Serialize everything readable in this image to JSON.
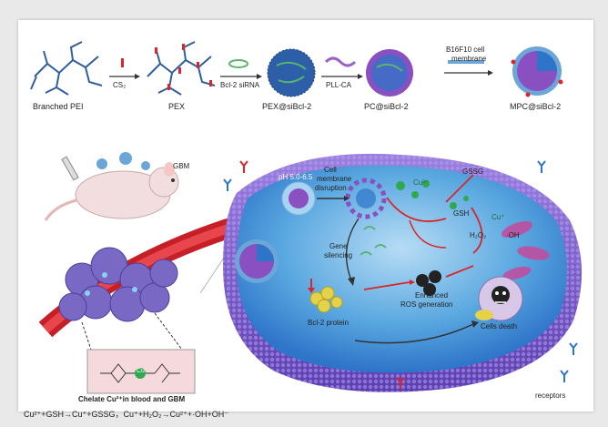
{
  "synthesis": {
    "stage1": "Branched PEI",
    "reagent1": "CS₂",
    "stage2": "PEX",
    "reagent2": "Bcl-2 siRNA",
    "stage3": "PEX@siBcl-2",
    "reagent3": "PLL-CA",
    "stage4": "PC@siBcl-2",
    "reagent4_line1": "B16F10 cell",
    "reagent4_line2": "membrane",
    "stage5": "MPC@siBcl-2"
  },
  "left": {
    "gbm": "GBM",
    "chelate_caption": "Chelate Cu²⁺in blood and GBM",
    "cu_label": "Cu",
    "equation": "Cu²⁺+GSH→Cu⁺+GSSG，Cu⁺+H₂O₂→Cu²⁺+·OH+OH⁻"
  },
  "cell": {
    "ph": "pH 5.0-6.5",
    "disruption_line1": "Cell",
    "disruption_line2": "membrane",
    "disruption_line3": "disruption",
    "gene_line1": "Gene",
    "gene_line2": "silencing",
    "gssg": "GSSG",
    "gsh": "GSH",
    "h2o2": "H₂O₂",
    "oh": "·OH",
    "cu_plus": "Cu⁺",
    "cu_2plus": "Cu²⁺",
    "bcl2": "Bcl-2 protein",
    "ros_line1": "Enhanced",
    "ros_line2": "ROS generation",
    "death": "Cells death",
    "receptors": "receptors"
  },
  "colors": {
    "membrane": "#7b5cc8",
    "cytoplasm": "#5aa8e0",
    "nanoparticle_shell": "#8a5fc9",
    "core": "#2e74c9",
    "red_arrow": "#d8262b",
    "copper": "#2fa84f"
  }
}
